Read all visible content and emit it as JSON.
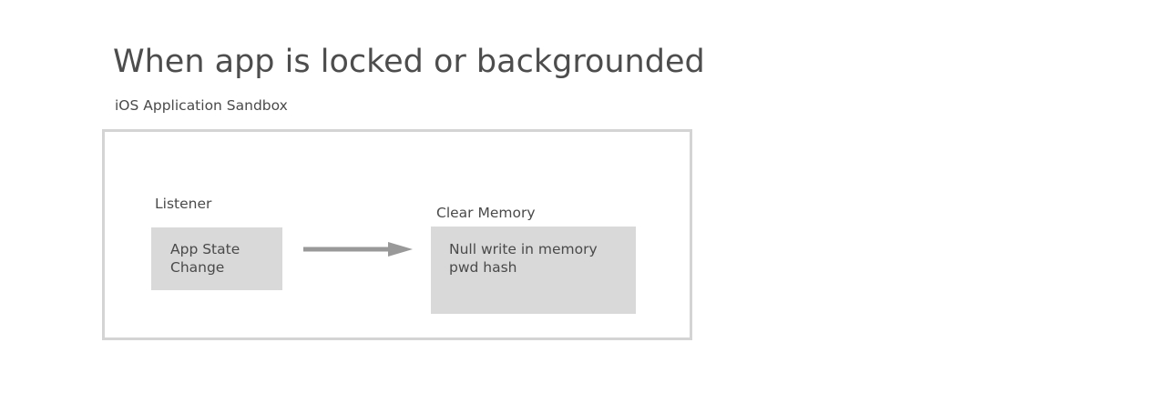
{
  "title": "When app is locked or backgrounded",
  "sandbox": {
    "label": "iOS Application Sandbox"
  },
  "listener": {
    "label": "Listener",
    "box_text": "App State\nChange"
  },
  "clear_memory": {
    "label": "Clear Memory",
    "box_text": "Null write in memory\npwd hash"
  },
  "colors": {
    "box_fill": "#d9d9d9",
    "border": "#d4d4d4",
    "arrow": "#999999",
    "text": "#4a4a4a"
  }
}
